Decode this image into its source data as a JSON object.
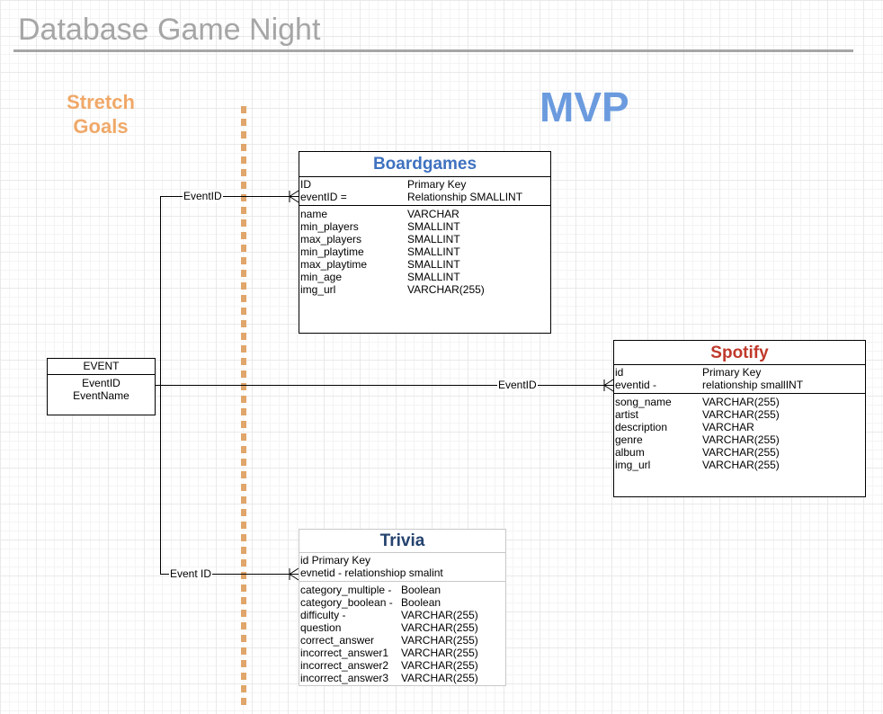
{
  "title": "Database Game Night",
  "stretch_goals_label": "Stretch\nGoals",
  "mvp_label": "MVP",
  "colors": {
    "title_gray": "#a6a6a6",
    "stretch_orange": "#f0a868",
    "mvp_blue": "#6b9bde",
    "boardgames_header": "#3f72c0",
    "spotify_header": "#c0392b",
    "trivia_header": "#24426e",
    "divider": "#e0a66b"
  },
  "event_table": {
    "header": "EVENT",
    "fields": [
      "EventID",
      "EventName"
    ]
  },
  "connectors": {
    "boardgames_label": "EventID",
    "spotify_label": "EventID",
    "trivia_label": "Event ID"
  },
  "boardgames": {
    "title": "Boardgames",
    "keys": [
      {
        "name": "ID",
        "type": "Primary Key"
      },
      {
        "name": "eventID =",
        "type": "Relationship  SMALLINT"
      }
    ],
    "fields": [
      {
        "name": "name",
        "type": "VARCHAR"
      },
      {
        "name": "min_players",
        "type": "SMALLINT"
      },
      {
        "name": "max_players",
        "type": "SMALLINT"
      },
      {
        "name": "min_playtime",
        "type": "SMALLINT"
      },
      {
        "name": "max_playtime",
        "type": "SMALLINT"
      },
      {
        "name": "min_age",
        "type": "SMALLINT"
      },
      {
        "name": "img_url",
        "type": "VARCHAR(255)"
      }
    ]
  },
  "spotify": {
    "title": "Spotify",
    "keys": [
      {
        "name": "id",
        "type": "Primary Key"
      },
      {
        "name": "eventid -",
        "type": "relationship smallINT"
      }
    ],
    "fields": [
      {
        "name": "song_name",
        "type": "VARCHAR(255)"
      },
      {
        "name": "artist",
        "type": "VARCHAR(255)"
      },
      {
        "name": "description",
        "type": "VARCHAR"
      },
      {
        "name": "genre",
        "type": "VARCHAR(255)"
      },
      {
        "name": "album",
        "type": "VARCHAR(255)"
      },
      {
        "name": "img_url",
        "type": "VARCHAR(255)"
      }
    ]
  },
  "trivia": {
    "title": "Trivia",
    "keys": [
      {
        "name": "id Primary Key",
        "type": ""
      },
      {
        "name": "evnetid - relationshiop smalint",
        "type": ""
      }
    ],
    "fields": [
      {
        "name": "category_multiple -",
        "type": "Boolean"
      },
      {
        "name": "category_boolean -",
        "type": "Boolean"
      },
      {
        "name": "difficulty -",
        "type": "VARCHAR(255)"
      },
      {
        "name": "question",
        "type": "VARCHAR(255)"
      },
      {
        "name": "correct_answer",
        "type": "VARCHAR(255)"
      },
      {
        "name": "incorrect_answer1",
        "type": "VARCHAR(255)"
      },
      {
        "name": "incorrect_answer2",
        "type": "VARCHAR(255)"
      },
      {
        "name": "incorrect_answer3",
        "type": "VARCHAR(255)"
      }
    ]
  }
}
